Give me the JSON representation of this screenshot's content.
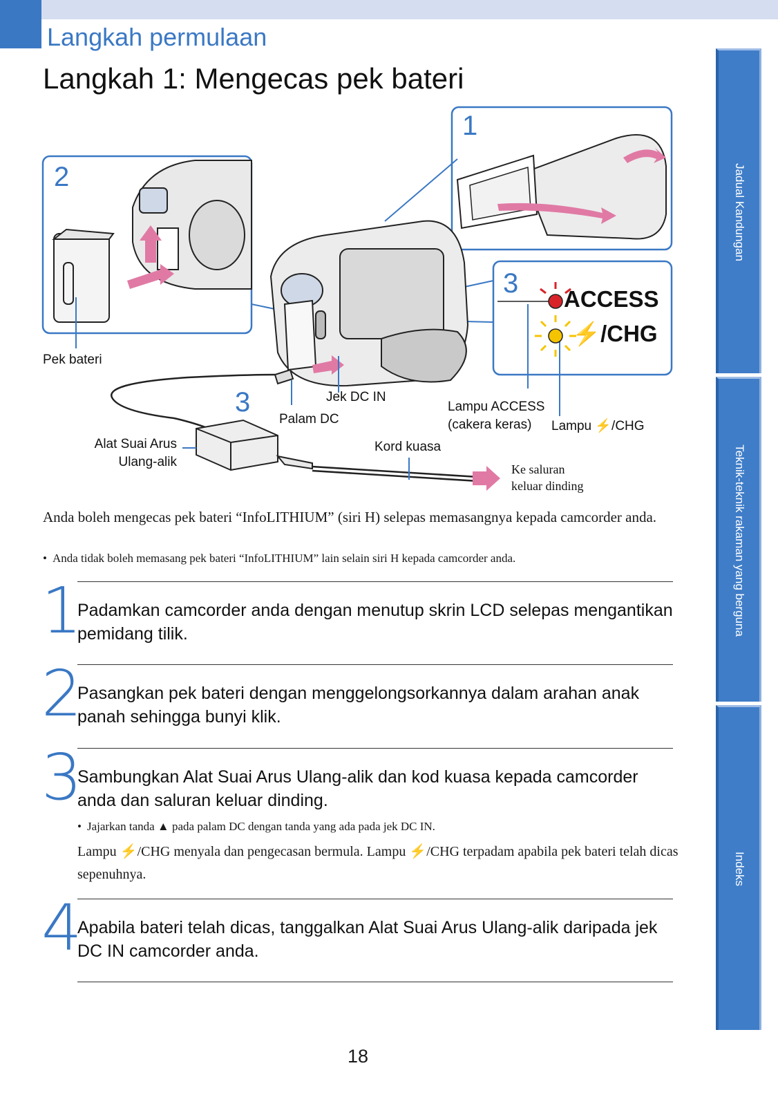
{
  "header": {
    "section": "Langkah permulaan",
    "title": "Langkah 1: Mengecas pek bateri"
  },
  "sidetabs": [
    {
      "label": "Jadual Kandungan"
    },
    {
      "label": "Teknik-teknik rakaman yang berguna"
    },
    {
      "label": "Indeks"
    }
  ],
  "figure": {
    "step_markers": [
      "1",
      "2",
      "3",
      "3"
    ],
    "labels": {
      "battery_pack": "Pek bateri",
      "dc_in_jack": "Jek DC IN",
      "dc_plug": "Palam DC",
      "access_lamp": "Lampu ACCESS",
      "access_lamp_sub": "(cakera keras)",
      "chg_lamp": "Lampu ",
      "chg_lamp_suffix": "/CHG",
      "ac_adaptor_line1": "Alat Suai Arus",
      "ac_adaptor_line2": "Ulang-alik",
      "power_cord": "Kord kuasa",
      "wall_outlet_line1": "Ke saluran",
      "wall_outlet_line2": "keluar dinding",
      "access_indicator": "ACCESS",
      "chg_indicator": "/CHG"
    }
  },
  "intro": {
    "text": "Anda boleh mengecas pek bateri “InfoLITHIUM” (siri H) selepas memasangnya kepada camcorder anda.",
    "bullet": "Anda tidak boleh memasang pek bateri “InfoLITHIUM” lain selain siri H kepada camcorder anda."
  },
  "steps": [
    {
      "number": "1",
      "text": "Padamkan camcorder anda dengan menutup skrin LCD selepas mengantikan pemidang tilik."
    },
    {
      "number": "2",
      "text": "Pasangkan pek bateri dengan menggelongsorkannya dalam arahan anak panah sehingga bunyi klik."
    },
    {
      "number": "3",
      "text": "Sambungkan Alat Suai Arus Ulang-alik dan kod kuasa kepada camcorder anda dan saluran keluar dinding.",
      "bullet_pre": "Jajarkan tanda ",
      "bullet_mark": "▲",
      "bullet_post": " pada palam DC dengan tanda yang ada pada jek DC IN.",
      "note_p1": "Lampu ",
      "note_p2": "/CHG menyala dan pengecasan bermula. Lampu ",
      "note_p3": "/CHG terpadam apabila pek bateri telah dicas sepenuhnya."
    },
    {
      "number": "4",
      "text": "Apabila bateri telah dicas, tanggalkan Alat Suai Arus Ulang-alik daripada jek DC IN camcorder anda."
    }
  ],
  "page_number": "18",
  "colors": {
    "accent": "#3a78c4",
    "lamp_red": "#d8232a",
    "lamp_yellow": "#f5c400",
    "arrow_pink": "#e07aa5"
  }
}
